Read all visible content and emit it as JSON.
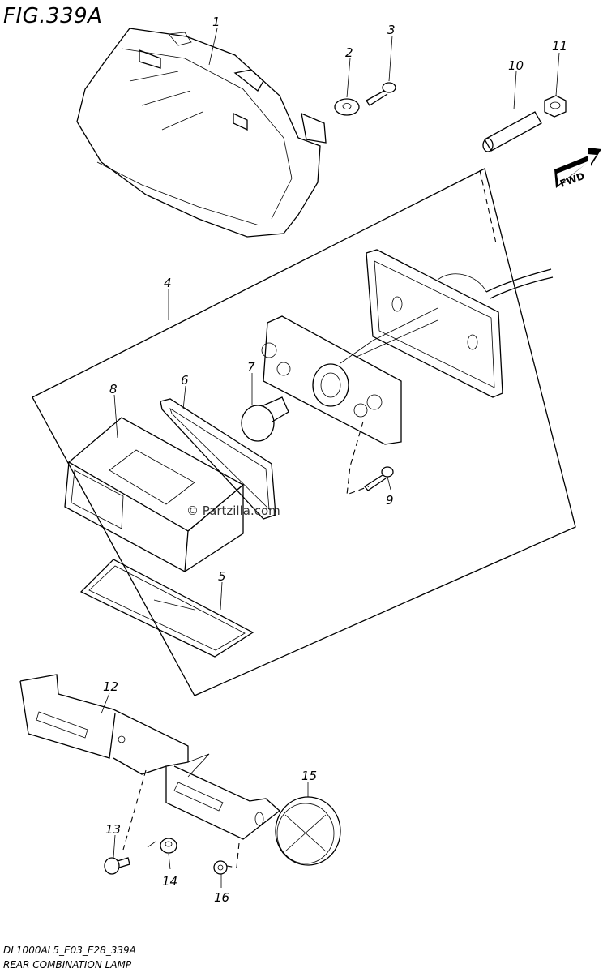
{
  "figure": {
    "title": "FIG.339A",
    "model_code": "DL1000AL5_E03_E28_339A",
    "caption": "REAR COMBINATION LAMP",
    "watermark": "© Partzilla.com",
    "direction_label": "FWD"
  },
  "parts": [
    {
      "number": "1"
    },
    {
      "number": "2"
    },
    {
      "number": "3"
    },
    {
      "number": "4"
    },
    {
      "number": "5"
    },
    {
      "number": "6"
    },
    {
      "number": "7"
    },
    {
      "number": "8"
    },
    {
      "number": "9"
    },
    {
      "number": "10"
    },
    {
      "number": "11"
    },
    {
      "number": "12"
    },
    {
      "number": "13"
    },
    {
      "number": "14"
    },
    {
      "number": "15"
    },
    {
      "number": "16"
    }
  ]
}
